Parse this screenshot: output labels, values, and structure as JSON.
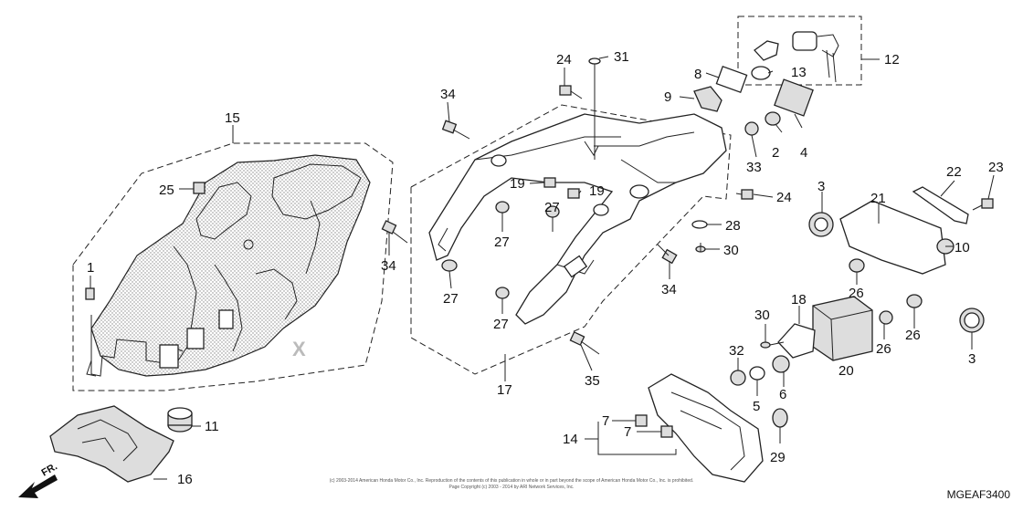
{
  "diagram": {
    "code": "MGEAF3400",
    "front_label": "FR.",
    "copyright_line1": "(c) 2003-2014 American Honda Motor Co., Inc. Reproduction of the contents of this publication in whole or in part beyond the scope of American Honda Motor Co., Inc. is prohibited.",
    "copyright_line2": "Page Copyright (c) 2003 - 2014 by ARI Network Services, Inc.",
    "callouts": {
      "c1": "1",
      "c2": "2",
      "c3a": "3",
      "c3b": "3",
      "c4": "4",
      "c5": "5",
      "c6": "6",
      "c7a": "7",
      "c7b": "7",
      "c8": "8",
      "c9": "9",
      "c10": "10",
      "c11": "11",
      "c12": "12",
      "c13": "13",
      "c14": "14",
      "c15": "15",
      "c16": "16",
      "c17": "17",
      "c18": "18",
      "c19a": "19",
      "c19b": "19",
      "c20": "20",
      "c21": "21",
      "c22": "22",
      "c23": "23",
      "c24a": "24",
      "c24b": "24",
      "c25": "25",
      "c26a": "26",
      "c26b": "26",
      "c26c": "26",
      "c27a": "27",
      "c27b": "27",
      "c27c": "27",
      "c27d": "27",
      "c28": "28",
      "c29": "29",
      "c30a": "30",
      "c30b": "30",
      "c31": "31",
      "c32": "32",
      "c33": "33",
      "c34a": "34",
      "c34b": "34",
      "c34c": "34",
      "c35": "35"
    }
  }
}
